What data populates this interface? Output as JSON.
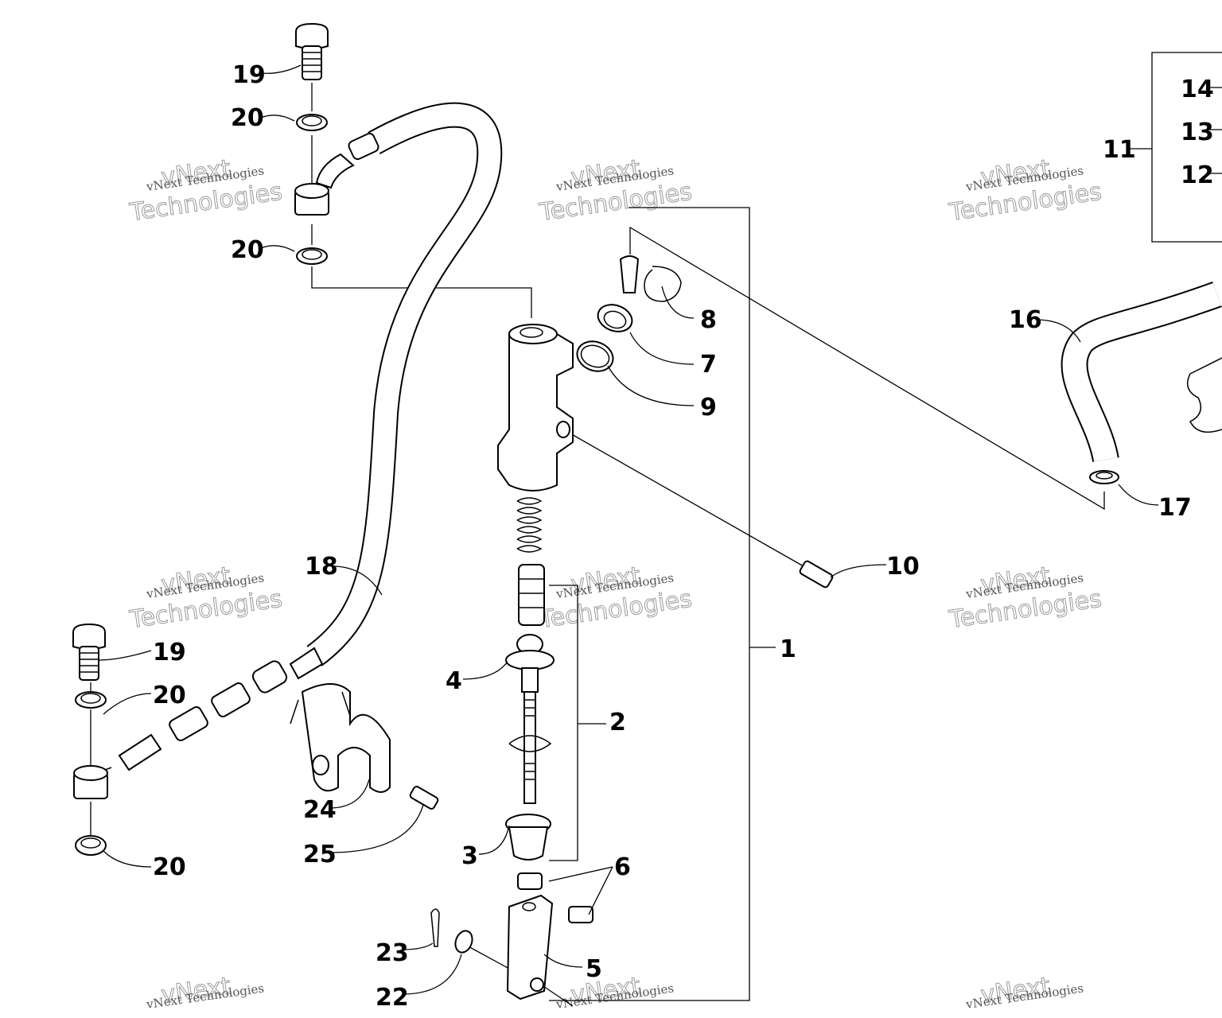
{
  "watermark": {
    "line1": "vNext Technologies",
    "line2": "vNext",
    "line3": "Technologies"
  },
  "callouts": [
    {
      "id": "1",
      "label": "1"
    },
    {
      "id": "2",
      "label": "2"
    },
    {
      "id": "3",
      "label": "3"
    },
    {
      "id": "4",
      "label": "4"
    },
    {
      "id": "5",
      "label": "5"
    },
    {
      "id": "6",
      "label": "6"
    },
    {
      "id": "7",
      "label": "7"
    },
    {
      "id": "8",
      "label": "8"
    },
    {
      "id": "9",
      "label": "9"
    },
    {
      "id": "10",
      "label": "10"
    },
    {
      "id": "11",
      "label": "11"
    },
    {
      "id": "12",
      "label": "12"
    },
    {
      "id": "13",
      "label": "13"
    },
    {
      "id": "14",
      "label": "14"
    },
    {
      "id": "16",
      "label": "16"
    },
    {
      "id": "17",
      "label": "17"
    },
    {
      "id": "18",
      "label": "18"
    },
    {
      "id": "19a",
      "label": "19"
    },
    {
      "id": "19b",
      "label": "19"
    },
    {
      "id": "20a",
      "label": "20"
    },
    {
      "id": "20b",
      "label": "20"
    },
    {
      "id": "20c",
      "label": "20"
    },
    {
      "id": "20d",
      "label": "20"
    },
    {
      "id": "22",
      "label": "22"
    },
    {
      "id": "23",
      "label": "23"
    },
    {
      "id": "24",
      "label": "24"
    },
    {
      "id": "25",
      "label": "25"
    }
  ]
}
